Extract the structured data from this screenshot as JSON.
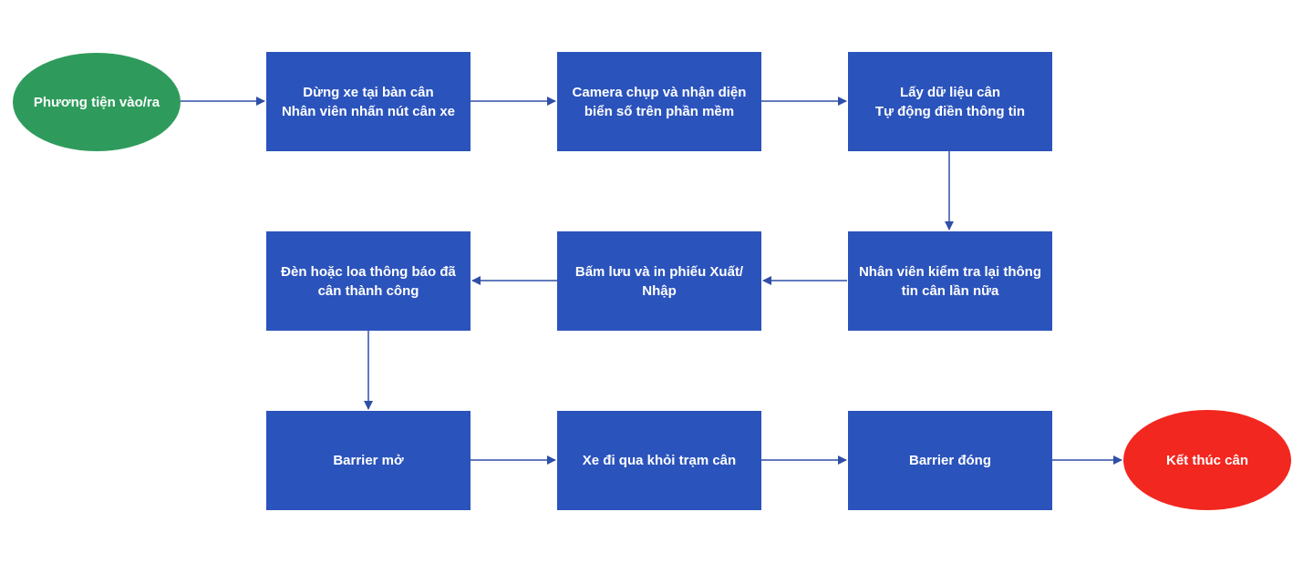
{
  "colors": {
    "start": "#2e9b5c",
    "process": "#2b53bc",
    "end": "#f2271f",
    "connector": "#2f4fa7"
  },
  "start": {
    "label": "Phương tiện vào/ra"
  },
  "steps": [
    {
      "lines": [
        "Dừng xe tại bàn cân",
        "Nhân viên nhấn nút cân xe"
      ]
    },
    {
      "lines": [
        "Camera chụp và nhận diện",
        "biển số trên phần mềm"
      ]
    },
    {
      "lines": [
        "Lấy dữ liệu cân",
        "Tự động điền thông tin"
      ]
    },
    {
      "lines": [
        "Nhân viên kiểm tra lại thông",
        "tin cân lần nữa"
      ]
    },
    {
      "lines": [
        "Bấm lưu và in phiếu Xuất/",
        "Nhập"
      ]
    },
    {
      "lines": [
        "Đèn hoặc loa thông báo đã",
        "cân thành công"
      ]
    },
    {
      "lines": [
        "Barrier mở"
      ]
    },
    {
      "lines": [
        "Xe đi qua khỏi trạm cân"
      ]
    },
    {
      "lines": [
        "Barrier đóng"
      ]
    }
  ],
  "end": {
    "label": "Kết thúc cân"
  }
}
